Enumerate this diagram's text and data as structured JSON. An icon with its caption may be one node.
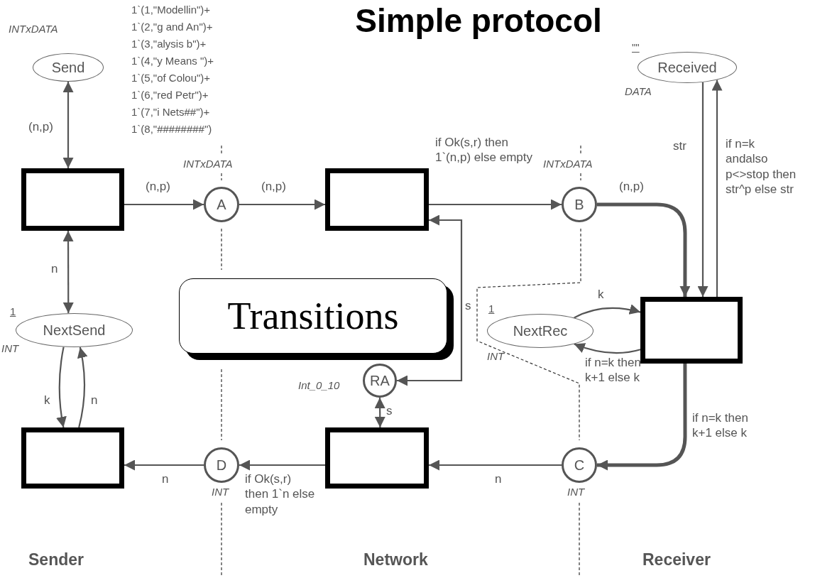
{
  "diagram": {
    "title": "Simple protocol",
    "nodes": [
      {
        "text": [
          "Send"
        ],
        "beside": [
          "INTxDATA",
          "1`(1,\"Modellin\")+ 1`(2,\"g and An\")+ 1`(3,\"alysis b\")+ 1`(4,\"y Means \")+ 1`(5,\"of Colou\")+ 1`(6,\"red Petr\")+ 1`(7,\"i Nets##\")+ 1`(8,\"########\")"
        ]
      },
      {
        "text": [],
        "shape": "box"
      },
      {
        "text": [
          "A"
        ],
        "beside": [
          "INTxDATA"
        ]
      },
      {
        "text": [],
        "shape": "box"
      },
      {
        "text": [
          "B"
        ],
        "beside": [
          "INTxDATA"
        ]
      },
      {
        "text": [
          "Received"
        ],
        "beside": [
          "\"\"",
          "DATA"
        ]
      },
      {
        "text": [
          "NextSend"
        ],
        "beside": [
          "1",
          "INT"
        ]
      },
      {
        "text": [
          "Transitions"
        ]
      },
      {
        "text": [
          "NextRec"
        ],
        "beside": [
          "1",
          "INT"
        ]
      },
      {
        "text": [],
        "shape": "box"
      },
      {
        "text": [
          "RA"
        ],
        "beside": [
          "Int_0_10"
        ]
      },
      {
        "text": [],
        "shape": "box"
      },
      {
        "text": [
          "D"
        ],
        "beside": [
          "INT"
        ]
      },
      {
        "text": [],
        "shape": "box"
      },
      {
        "text": [
          "C"
        ],
        "beside": [
          "INT"
        ]
      }
    ],
    "edges": [
      {
        "from": 0,
        "to": 1,
        "arrow": "both",
        "label": "(n,p)"
      },
      {
        "from": 1,
        "to": 2,
        "arrow": "to",
        "label": "(n,p)"
      },
      {
        "from": 2,
        "to": 3,
        "arrow": "to",
        "label": "(n,p)"
      },
      {
        "from": 3,
        "to": 4,
        "arrow": "to",
        "label": "if Ok(s,r) then 1`(n,p) else empty"
      },
      {
        "from": 4,
        "to": 9,
        "arrow": "to",
        "label": "(n,p)",
        "style": "thick"
      },
      {
        "from": 5,
        "to": 9,
        "arrow": "to",
        "label": "str"
      },
      {
        "from": 9,
        "to": 5,
        "arrow": "to",
        "label": "if n=k andalso p<>stop then str^p else str"
      },
      {
        "from": 1,
        "to": 6,
        "arrow": "both",
        "label": "n"
      },
      {
        "from": 3,
        "to": 10,
        "arrow": "both",
        "label": "s"
      },
      {
        "from": 8,
        "to": 9,
        "arrow": "to",
        "label": "k"
      },
      {
        "from": 9,
        "to": 8,
        "arrow": "to",
        "label": "if n=k then k+1 else k"
      },
      {
        "from": 6,
        "to": 11,
        "arrow": "to",
        "label": "k"
      },
      {
        "from": 11,
        "to": 6,
        "arrow": "to",
        "label": "n"
      },
      {
        "from": 10,
        "to": 13,
        "arrow": "both",
        "label": "s"
      },
      {
        "from": 9,
        "to": 14,
        "arrow": "to",
        "label": "if n=k then k+1 else k",
        "style": "thick"
      },
      {
        "from": 14,
        "to": 13,
        "arrow": "to",
        "label": "n"
      },
      {
        "from": 13,
        "to": 12,
        "arrow": "to",
        "label": "if Ok(s,r) then 1`n else empty"
      },
      {
        "from": 12,
        "to": 11,
        "arrow": "to",
        "label": "n"
      }
    ],
    "labels": [
      "Sender",
      "Network",
      "Receiver"
    ]
  }
}
